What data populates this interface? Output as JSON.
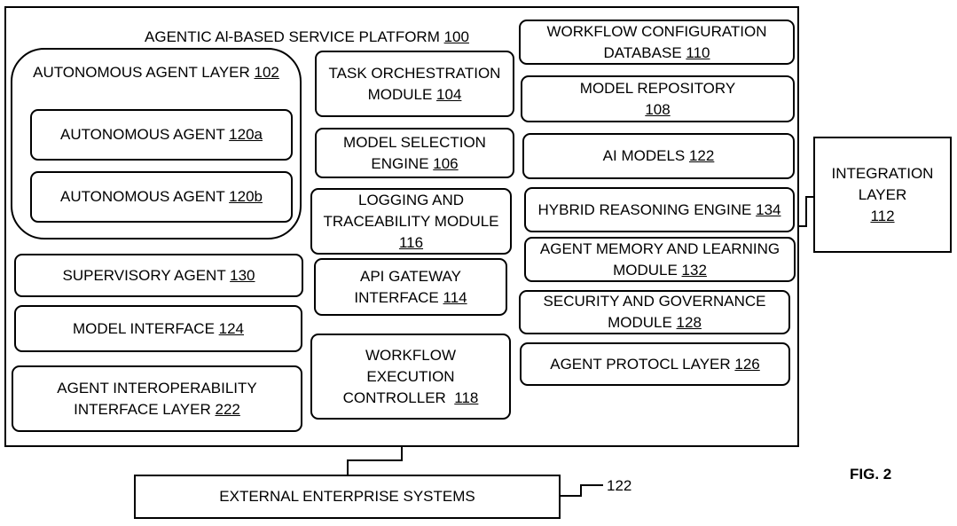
{
  "figure_label": "FIG. 2",
  "colors": {
    "line": "#000000",
    "background": "#ffffff"
  },
  "components": {
    "platform": {
      "lines": [
        {
          "text": "AGENTIC Al-BASED SERVICE PLATFORM ",
          "ref": "100"
        }
      ]
    },
    "autonomous_agent_layer": {
      "lines": [
        {
          "text": "AUTONOMOUS AGENT LAYER ",
          "ref": "102"
        }
      ]
    },
    "autonomous_agent_a": {
      "lines": [
        {
          "text": "AUTONOMOUS AGENT ",
          "ref": "120a"
        }
      ]
    },
    "autonomous_agent_b": {
      "lines": [
        {
          "text": "AUTONOMOUS AGENT ",
          "ref": "120b"
        }
      ]
    },
    "supervisory_agent": {
      "lines": [
        {
          "text": "SUPERVISORY AGENT ",
          "ref": "130"
        }
      ]
    },
    "model_interface": {
      "lines": [
        {
          "text": "MODEL INTERFACE ",
          "ref": "124"
        }
      ]
    },
    "agent_interoperability": {
      "lines": [
        {
          "text": "AGENT INTEROPERABILITY"
        },
        {
          "text": "INTERFACE LAYER ",
          "ref": "222"
        }
      ]
    },
    "task_orchestration": {
      "lines": [
        {
          "text": "TASK ORCHESTRATION"
        },
        {
          "text": "MODULE ",
          "ref": "104"
        }
      ]
    },
    "model_selection": {
      "lines": [
        {
          "text": "MODEL SELECTION"
        },
        {
          "text": "ENGINE ",
          "ref": "106"
        }
      ]
    },
    "logging_traceability": {
      "lines": [
        {
          "text": "LOGGING AND"
        },
        {
          "text": "TRACEABILITY MODULE"
        },
        {
          "text": "",
          "ref": "116"
        }
      ]
    },
    "api_gateway": {
      "lines": [
        {
          "text": "API GATEWAY"
        },
        {
          "text": "INTERFACE ",
          "ref": "114"
        }
      ]
    },
    "workflow_execution": {
      "lines": [
        {
          "text": "WORKFLOW"
        },
        {
          "text": "EXECUTION"
        },
        {
          "text": "CONTROLLER  ",
          "ref": "118"
        }
      ]
    },
    "workflow_config_db": {
      "lines": [
        {
          "text": "WORKFLOW CONFIGURATION"
        },
        {
          "text": "DATABASE ",
          "ref": "110"
        }
      ]
    },
    "model_repository": {
      "lines": [
        {
          "text": "MODEL REPOSITORY"
        },
        {
          "text": "",
          "ref": "108"
        }
      ]
    },
    "ai_models": {
      "lines": [
        {
          "text": "AI MODELS ",
          "ref": "122"
        }
      ]
    },
    "hybrid_reasoning": {
      "lines": [
        {
          "text": "HYBRID REASONING ENGINE ",
          "ref": "134"
        }
      ]
    },
    "agent_memory": {
      "lines": [
        {
          "text": "AGENT MEMORY AND LEARNING"
        },
        {
          "text": "MODULE ",
          "ref": "132"
        }
      ]
    },
    "security_governance": {
      "lines": [
        {
          "text": "SECURITY AND GOVERNANCE"
        },
        {
          "text": "MODULE ",
          "ref": "128"
        }
      ]
    },
    "agent_protocol": {
      "lines": [
        {
          "text": "AGENT PROTOCL LAYER ",
          "ref": "126"
        }
      ]
    },
    "integration_layer": {
      "lines": [
        {
          "text": "INTEGRATION"
        },
        {
          "text": "LAYER"
        },
        {
          "text": "",
          "ref": "112"
        }
      ]
    },
    "external_systems": {
      "lines": [
        {
          "text": "EXTERNAL ENTERPRISE SYSTEMS"
        }
      ],
      "leader_ref": "122"
    }
  }
}
